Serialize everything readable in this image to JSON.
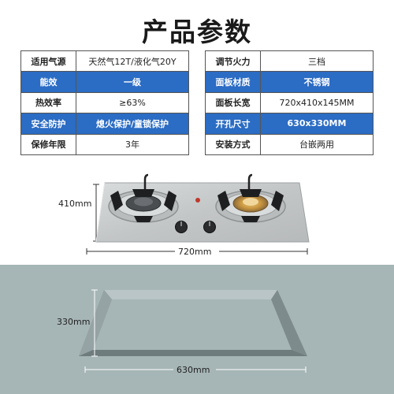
{
  "title": "产品参数",
  "specs_left": [
    {
      "label": "适用气源",
      "value": "天然气12T/液化气20Y",
      "highlight": false
    },
    {
      "label": "能效",
      "value": "一级",
      "highlight": true
    },
    {
      "label": "热效率",
      "value": "≥63%",
      "highlight": false
    },
    {
      "label": "安全防护",
      "value": "熄火保护/童锁保护",
      "highlight": true
    },
    {
      "label": "保修年限",
      "value": "3年",
      "highlight": false
    }
  ],
  "specs_right": [
    {
      "label": "调节火力",
      "value": "三档",
      "highlight": false
    },
    {
      "label": "面板材质",
      "value": "不锈钢",
      "highlight": true
    },
    {
      "label": "面板长宽",
      "value": "720x410x145MM",
      "highlight": false
    },
    {
      "label": "开孔尺寸",
      "value": "630x330MM",
      "highlight": true
    },
    {
      "label": "安装方式",
      "value": "台嵌两用",
      "highlight": false
    }
  ],
  "stove_dims": {
    "height": "410mm",
    "width": "720mm"
  },
  "cutout_dims": {
    "height": "330mm",
    "width": "630mm"
  },
  "colors": {
    "accent_blue": "#2b6cc4",
    "cutout_bg": "#a6b5b6",
    "panel": "#c9cccd"
  }
}
